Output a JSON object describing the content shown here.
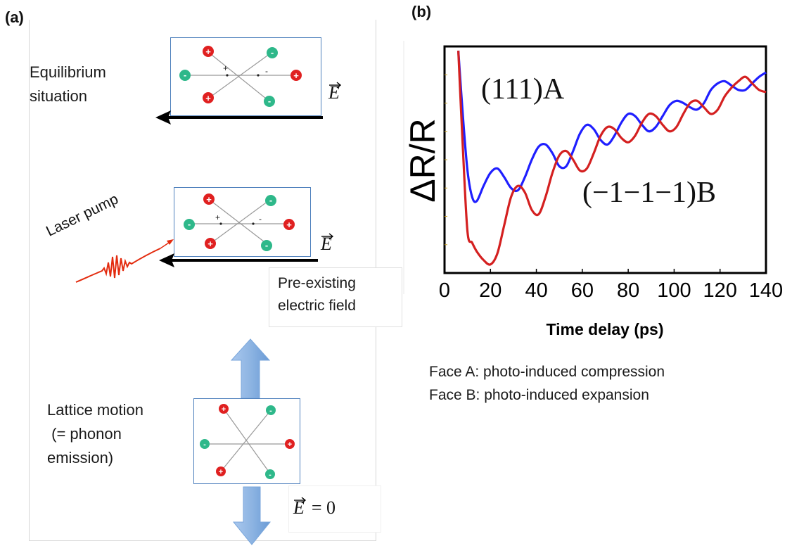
{
  "panel_a": {
    "label": "(a)",
    "equilibrium_label_line1": "Equilibrium",
    "equilibrium_label_line2": "situation",
    "laser_label": "Laser pump",
    "pre_existing_line1": "Pre-existing",
    "pre_existing_line2": "electric field",
    "lattice_line1": "Lattice motion",
    "lattice_line2": " (= phonon",
    "lattice_line3": "emission)",
    "efield_symbol": "E",
    "efield_zero": "= 0",
    "charge_plus": "+",
    "charge_minus": "-"
  },
  "panel_b": {
    "label": "(b)",
    "face_a_text": "Face A: photo-induced compression",
    "face_b_text": "Face B: photo-induced expansion"
  },
  "colors": {
    "blue_curve": "#1f1fff",
    "red_curve": "#d42020",
    "box_border": "#4f81bd",
    "positive_ion": "#e02020",
    "negative_ion": "#2eb88a",
    "arrow_fill": "#8db4e2"
  },
  "chart_data": {
    "type": "line",
    "xlabel": "Time delay (ps)",
    "ylabel": "ΔR/R",
    "xlim": [
      0,
      140
    ],
    "ylim": [
      0,
      1
    ],
    "xticks": [
      "0",
      "20",
      "40",
      "60",
      "80",
      "100",
      "120",
      "140"
    ],
    "series": [
      {
        "name": "(111)A",
        "color": "#1f1fff",
        "x": [
          6,
          8,
          10,
          12,
          14,
          17,
          20,
          23,
          26,
          29,
          32,
          35,
          38,
          41,
          44,
          47,
          50,
          53,
          56,
          59,
          62,
          65,
          68,
          71,
          74,
          77,
          80,
          83,
          86,
          89,
          92,
          95,
          98,
          101,
          104,
          107,
          110,
          113,
          116,
          119,
          122,
          125,
          128,
          131,
          134,
          137,
          140
        ],
        "y": [
          1.0,
          0.7,
          0.45,
          0.33,
          0.31,
          0.38,
          0.44,
          0.46,
          0.42,
          0.37,
          0.36,
          0.42,
          0.5,
          0.56,
          0.57,
          0.53,
          0.47,
          0.47,
          0.54,
          0.62,
          0.66,
          0.64,
          0.59,
          0.57,
          0.61,
          0.67,
          0.71,
          0.7,
          0.66,
          0.63,
          0.65,
          0.7,
          0.75,
          0.77,
          0.76,
          0.74,
          0.73,
          0.76,
          0.82,
          0.85,
          0.86,
          0.84,
          0.82,
          0.82,
          0.85,
          0.88,
          0.9
        ]
      },
      {
        "name": "(−1−1−1)B",
        "color": "#d42020",
        "x": [
          6,
          8,
          10,
          12,
          14,
          17,
          20,
          23,
          26,
          29,
          32,
          35,
          38,
          41,
          44,
          47,
          50,
          53,
          56,
          59,
          62,
          65,
          68,
          71,
          74,
          77,
          80,
          83,
          86,
          89,
          92,
          95,
          98,
          101,
          104,
          107,
          110,
          113,
          116,
          119,
          122,
          125,
          128,
          131,
          134,
          137,
          140
        ],
        "y": [
          1.0,
          0.55,
          0.17,
          0.12,
          0.08,
          0.04,
          0.02,
          0.07,
          0.2,
          0.33,
          0.38,
          0.35,
          0.27,
          0.25,
          0.33,
          0.44,
          0.52,
          0.54,
          0.5,
          0.45,
          0.46,
          0.53,
          0.61,
          0.65,
          0.64,
          0.6,
          0.58,
          0.61,
          0.67,
          0.71,
          0.7,
          0.66,
          0.63,
          0.65,
          0.71,
          0.76,
          0.77,
          0.74,
          0.71,
          0.73,
          0.79,
          0.83,
          0.86,
          0.88,
          0.85,
          0.82,
          0.81
        ]
      }
    ]
  }
}
